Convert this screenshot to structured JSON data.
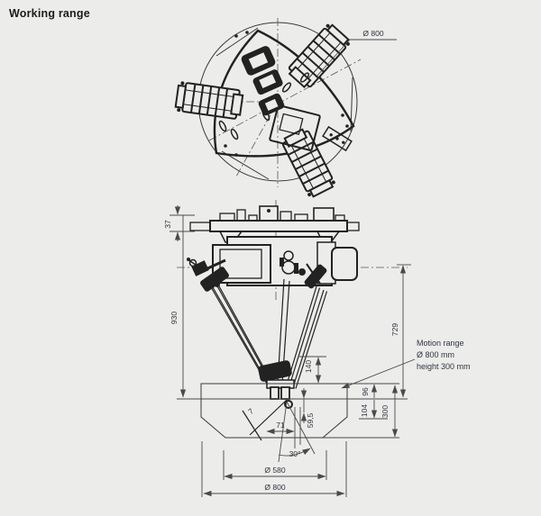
{
  "title": "Working range",
  "colors": {
    "background": "#ececea",
    "line": "#222222",
    "dim_line": "#4a4a4a",
    "label_text": "#2f3540"
  },
  "top_view": {
    "diameter_label": "Ø 800"
  },
  "side_view": {
    "dims": {
      "plate_thickness": "37",
      "overall_height": "930",
      "axis_to_range_top": "729",
      "range_upper": "96",
      "range_lower": "104",
      "range_height": "300",
      "wrist_offset": "140",
      "tcp_depth": "59,5",
      "tool_lateral": "71",
      "tool_cone_angle": "30°",
      "axis_tick": "7",
      "inner_diameter": "Ø 580",
      "outer_diameter": "Ø 800"
    },
    "note": {
      "line1": "Motion range",
      "line2": "Ø 800 mm",
      "line3": "height 300 mm"
    }
  }
}
